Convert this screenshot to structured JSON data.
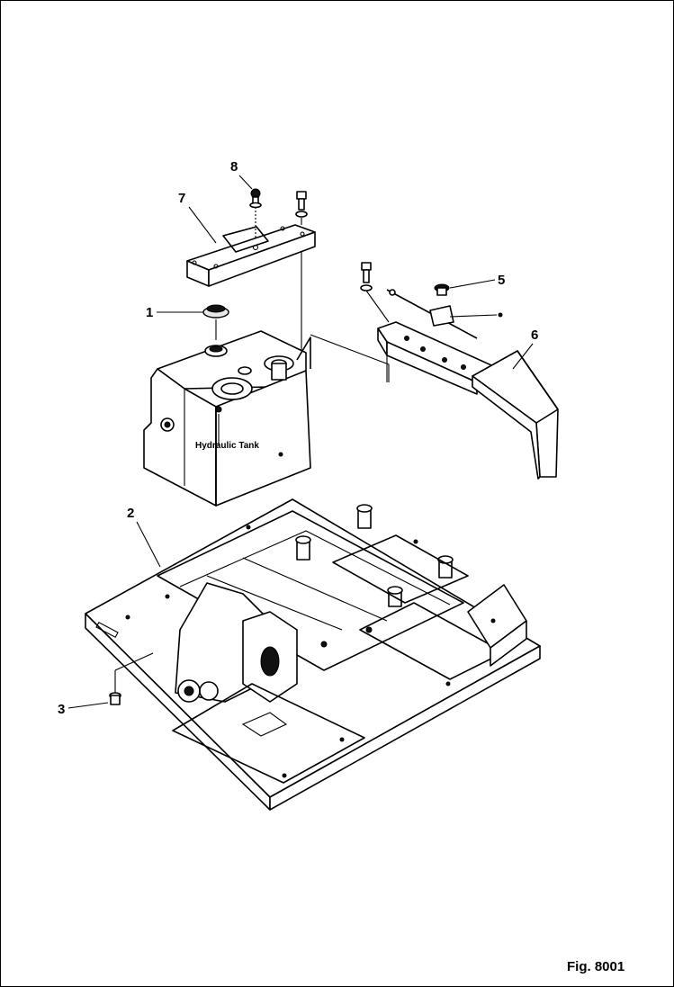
{
  "figure": {
    "caption": "Fig. 8001",
    "tank_label": "Hydraulic Tank"
  },
  "callouts": [
    {
      "id": "8",
      "label": "8"
    },
    {
      "id": "7",
      "label": "7"
    },
    {
      "id": "1",
      "label": "1"
    },
    {
      "id": "5",
      "label": "5"
    },
    {
      "id": "6",
      "label": "6"
    },
    {
      "id": "2",
      "label": "2"
    },
    {
      "id": "3",
      "label": "3"
    }
  ],
  "colors": {
    "ink": "#000000",
    "paper": "#ffffff"
  }
}
